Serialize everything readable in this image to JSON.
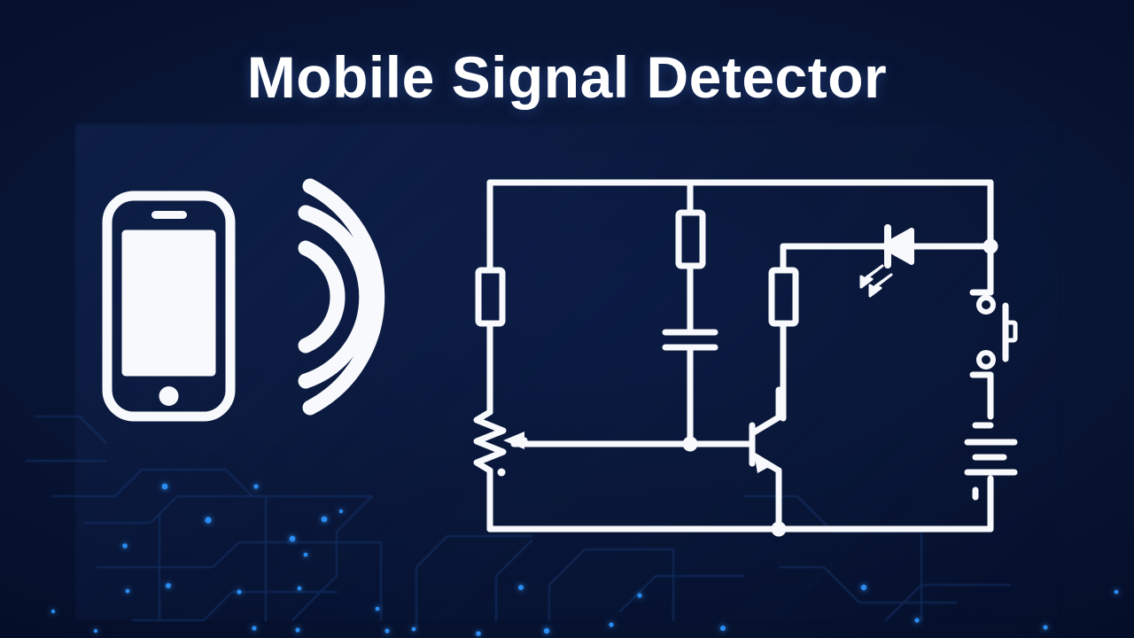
{
  "page": {
    "title": "Mobile Signal Detector",
    "background_color": "#0a1738",
    "accent_color": "#1f7ae0",
    "stroke_color": "#f7f9fc"
  },
  "illustration": {
    "phone": {
      "label": "mobile-phone",
      "screen_color": "#f7f9fc",
      "body_stroke": "#f7f9fc"
    },
    "signal_waves": {
      "label": "signal-waves",
      "arc_count": 3
    },
    "circuit": {
      "label": "detector-circuit-schematic",
      "components": [
        {
          "name": "antenna-resistor",
          "type": "resistor"
        },
        {
          "name": "potentiometer",
          "type": "variable-resistor"
        },
        {
          "name": "coupling-resistor",
          "type": "resistor"
        },
        {
          "name": "coupling-capacitor",
          "type": "capacitor"
        },
        {
          "name": "base-resistor",
          "type": "resistor"
        },
        {
          "name": "npn-transistor",
          "type": "transistor-npn"
        },
        {
          "name": "indicator-led",
          "type": "led"
        },
        {
          "name": "push-button-switch",
          "type": "switch"
        },
        {
          "name": "battery",
          "type": "battery"
        }
      ]
    }
  },
  "decor": {
    "circuit_nodes_color": "#2b8cf0",
    "trace_color": "#12306a"
  }
}
